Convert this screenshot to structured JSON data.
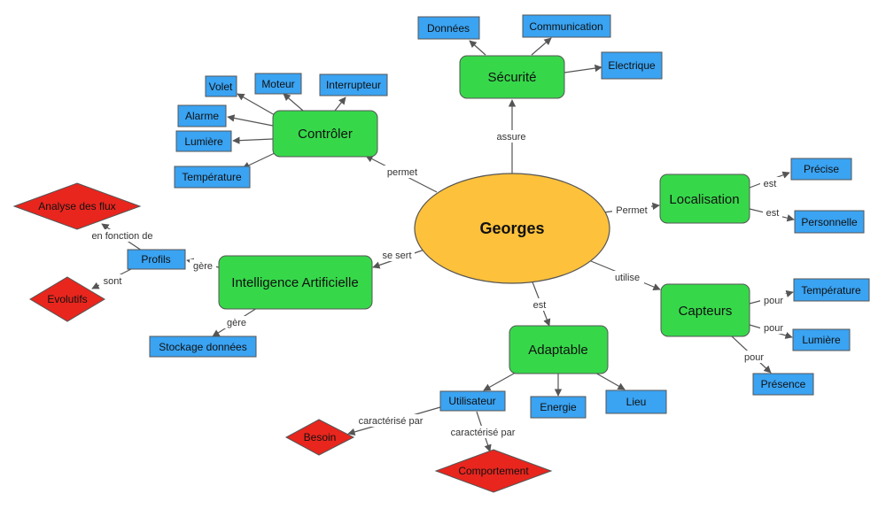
{
  "colors": {
    "center_fill": "#FDC13B",
    "green_fill": "#36D84A",
    "blue_fill": "#3AA3F2",
    "red_fill": "#E8261E",
    "edge": "#555555"
  },
  "nodes": {
    "georges": "Georges",
    "securite": "Sécurité",
    "donnees": "Données",
    "communication": "Communication",
    "electrique": "Electrique",
    "controler": "Contrôler",
    "volet": "Volet",
    "moteur": "Moteur",
    "interrupteur": "Interrupteur",
    "alarme": "Alarme",
    "lumiere_c": "Lumière",
    "temperature_c": "Température",
    "localisation": "Localisation",
    "precise": "Précise",
    "personnelle": "Personnelle",
    "ia": "Intelligence Artificielle",
    "profils": "Profils",
    "analyse": "Analyse des flux",
    "evolutifs": "Evolutifs",
    "stockage": "Stockage données",
    "capteurs": "Capteurs",
    "temperature_s": "Température",
    "lumiere_s": "Lumière",
    "presence": "Présence",
    "adaptable": "Adaptable",
    "utilisateur": "Utilisateur",
    "energie": "Energie",
    "lieu": "Lieu",
    "besoin": "Besoin",
    "comportement": "Comportement"
  },
  "edges": {
    "assure": "assure",
    "permet_controler": "permet",
    "permet_localisation": "Permet",
    "se_sert": "se sert",
    "utilise": "utilise",
    "est_adaptable": "est",
    "est_precise": "est",
    "est_personnelle": "est",
    "gere_profils": "gère",
    "gere_stockage": "gère",
    "en_fonction_de": "en fonction de",
    "sont": "sont",
    "pour_temperature": "pour",
    "pour_lumiere": "pour",
    "pour_presence": "pour",
    "caracterise_besoin": "caractérisé par",
    "caracterise_comportement": "caractérisé par"
  }
}
